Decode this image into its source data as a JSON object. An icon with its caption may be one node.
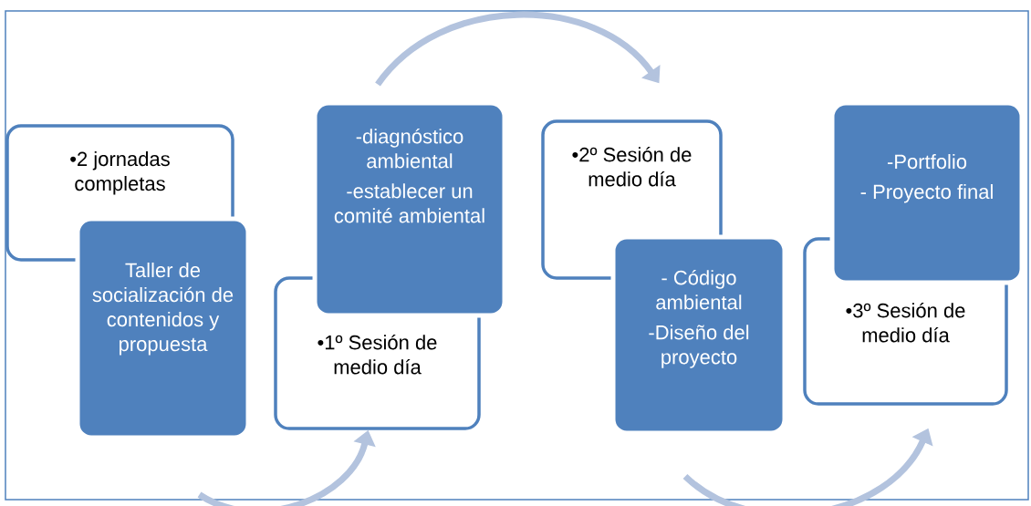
{
  "diagram": {
    "nodes": [
      {
        "text": [
          "•2 jornadas completas"
        ]
      },
      {
        "text": [
          "Taller de socialización de contenidos y propuesta"
        ]
      },
      {
        "text": [
          "•1º Sesión de medio día"
        ]
      },
      {
        "text": [
          "-diagnóstico ambiental",
          "-establecer un comité ambiental"
        ]
      },
      {
        "text": [
          "•2º Sesión de medio día"
        ]
      },
      {
        "text": [
          "- Código ambiental",
          "-Diseño del proyecto"
        ]
      },
      {
        "text": [
          "•3º Sesión de medio día"
        ]
      },
      {
        "text": [
          "-Portfolio",
          "- Proyecto final"
        ]
      }
    ],
    "edges": [
      {
        "from": 1,
        "to": 2,
        "arrow": "to"
      },
      {
        "from": 3,
        "to": 4,
        "arrow": "to"
      },
      {
        "from": 5,
        "to": 6,
        "arrow": "to"
      }
    ]
  }
}
